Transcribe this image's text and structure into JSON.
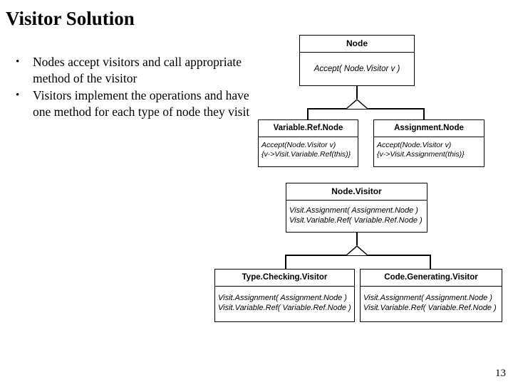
{
  "slide": {
    "title": "Visitor Solution",
    "page_number": "13"
  },
  "bullets": [
    {
      "marker": "•",
      "text": "Nodes accept visitors and call appropriate method of the visitor"
    },
    {
      "marker": "•",
      "text": "Visitors implement the operations and have one method for each type of node they visit"
    }
  ],
  "diagram": {
    "type": "uml-class-diagram",
    "classes": {
      "node": {
        "name": "Node",
        "abstract": true,
        "methods": [
          "Accept( Node.Visitor v )"
        ]
      },
      "variable_ref_node": {
        "name": "Variable.Ref.Node",
        "abstract": false,
        "methods": [
          "Accept(Node.Visitor v)",
          "{v->Visit.Variable.Ref(this)}"
        ]
      },
      "assignment_node": {
        "name": "Assignment.Node",
        "abstract": false,
        "methods": [
          "Accept(Node.Visitor v)",
          "{v->Visit.Assignment(this)}"
        ]
      },
      "node_visitor": {
        "name": "Node.Visitor",
        "abstract": true,
        "methods": [
          "Visit.Assignment( Assignment.Node )",
          "Visit.Variable.Ref( Variable.Ref.Node )"
        ]
      },
      "type_checking_visitor": {
        "name": "Type.Checking.Visitor",
        "abstract": false,
        "methods": [
          "Visit.Assignment( Assignment.Node )",
          "Visit.Variable.Ref( Variable.Ref.Node )"
        ]
      },
      "code_generating_visitor": {
        "name": "Code.Generating.Visitor",
        "abstract": false,
        "methods": [
          "Visit.Assignment( Assignment.Node )",
          "Visit.Variable.Ref( Variable.Ref.Node )"
        ]
      }
    },
    "relationships": [
      {
        "kind": "generalization",
        "parent": "node",
        "children": [
          "variable_ref_node",
          "assignment_node"
        ]
      },
      {
        "kind": "generalization",
        "parent": "node_visitor",
        "children": [
          "type_checking_visitor",
          "code_generating_visitor"
        ]
      }
    ]
  },
  "colors": {
    "background": "#ffffff",
    "foreground": "#000000",
    "box_border": "#000000"
  }
}
